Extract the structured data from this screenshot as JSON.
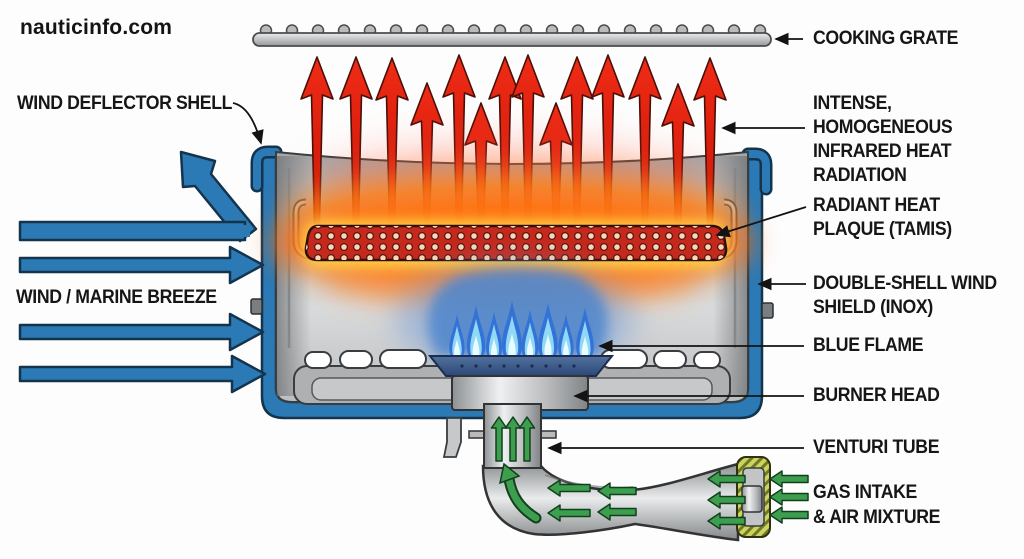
{
  "logo": {
    "text": "nauticinfo.com"
  },
  "left_labels": {
    "wind_deflector_shell": "WIND DEFLECTOR SHELL",
    "wind_marine_breeze": "WIND / MARINE BREEZE"
  },
  "right_labels": {
    "cooking_grate": "COOKING GRATE",
    "infrared_heat": "INTENSE, HOMOGENEOUS\nINFRARED HEAT\nRADIATION",
    "radiant_plaque": "RADIANT HEAT\nPLAQUE (TAMIS)",
    "wind_shield": "DOUBLE-SHELL WIND\nSHIELD (INOX)",
    "blue_flame": "BLUE FLAME",
    "burner_head": "BURNER HEAD",
    "venturi_tube": "VENTURI TUBE",
    "gas_intake": "GAS INTAKE\n& AIR MIXTURE"
  },
  "diagram": {
    "parts": [
      "cooking-grate",
      "infrared-heat-arrows",
      "wind-deflector-shell",
      "double-shell-wind-shield",
      "radiant-heat-plaque",
      "blue-flame",
      "burner-head",
      "ventilation-slots",
      "venturi-tube",
      "gas-intake-cap",
      "gas-air-flow-arrows",
      "wind-arrows"
    ]
  },
  "colors": {
    "wind_blue": "#2b79b5",
    "heat_red": "#e0180e",
    "glow_orange": "#ff7a1e",
    "glow_yellow": "#ffd34a",
    "flame_blue": "#5aa7e8",
    "metal_gray": "#b9bbbd",
    "gas_green": "#3d9e50",
    "cap_yellow": "#ccd45c",
    "label_text": "#161616"
  }
}
